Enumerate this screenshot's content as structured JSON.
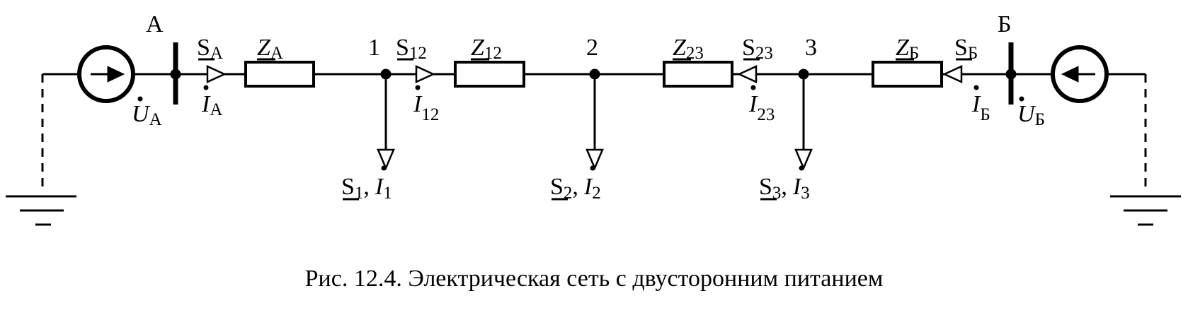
{
  "labels": {
    "bus_a": "А",
    "bus_b": "Б",
    "node_1": "1",
    "node_2": "2",
    "node_3": "3",
    "letter_s": "S",
    "letter_z": "Z",
    "letter_u": "U",
    "letter_i": "I",
    "sub_a": "А",
    "sub_b": "Б",
    "sub_12": "12",
    "sub_23": "23",
    "sub_1": "1",
    "sub_2": "2",
    "sub_3": "3",
    "comma": ","
  },
  "caption": "Рис. 12.4. Электрическая сеть с двусторонним питанием"
}
